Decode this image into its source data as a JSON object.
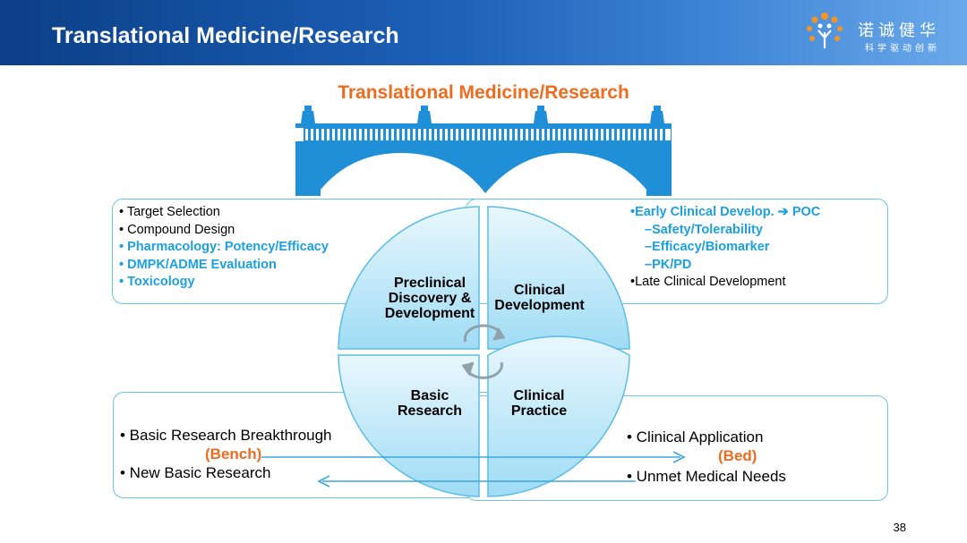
{
  "header": {
    "title": "Translational Medicine/Research",
    "logo_cn": "诺诚健华",
    "logo_sub": "科学驱动创新"
  },
  "diagram": {
    "title": "Translational Medicine/Research",
    "quadrants": {
      "preclinical": [
        "Preclinical",
        "Discovery &",
        "Development"
      ],
      "clinical_dev": [
        "Clinical",
        "Development"
      ],
      "basic": [
        "Basic",
        "Research"
      ],
      "practice": [
        "Clinical",
        "Practice"
      ]
    },
    "top_left_items": [
      {
        "text": "• Target Selection",
        "style": "black"
      },
      {
        "text": "• Compound Design",
        "style": "black"
      },
      {
        "text": "• Pharmacology: Potency/Efficacy",
        "style": "blue"
      },
      {
        "text": "• DMPK/ADME Evaluation",
        "style": "blue"
      },
      {
        "text": "• Toxicology",
        "style": "blue"
      }
    ],
    "top_right_items": [
      {
        "text": "•Early Clinical Develop. ➔ POC",
        "style": "blue"
      },
      {
        "text": "–Safety/Tolerability",
        "style": "blue",
        "indent": true
      },
      {
        "text": "–Efficacy/Biomarker",
        "style": "blue",
        "indent": true
      },
      {
        "text": "–PK/PD",
        "style": "blue",
        "indent": true
      },
      {
        "text": "•Late Clinical Development",
        "style": "black"
      }
    ],
    "bottom_left": {
      "item1": "•  Basic Research Breakthrough",
      "item2": "•  New Basic Research",
      "tag": "(Bench)"
    },
    "bottom_right": {
      "item1": "•  Clinical Application",
      "item2": "•  Unmet Medical Needs",
      "tag": "(Bed)"
    }
  },
  "page_number": "38"
}
